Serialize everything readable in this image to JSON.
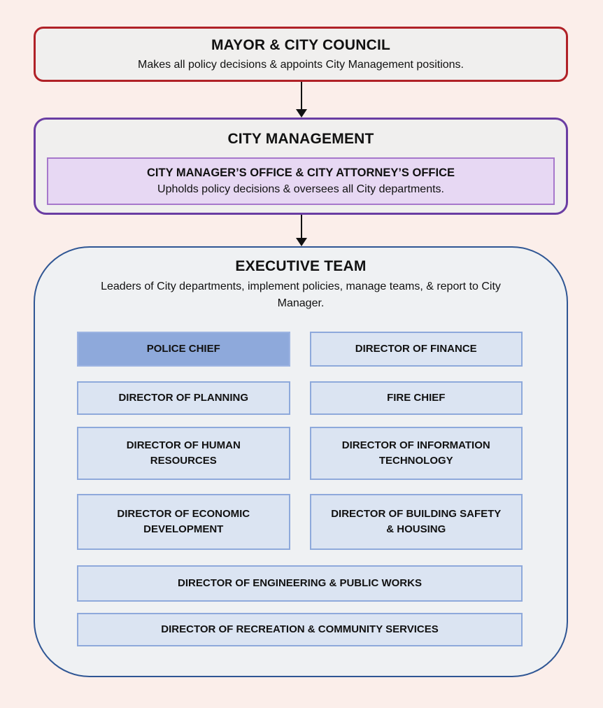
{
  "org_chart": {
    "mayor_council": {
      "title": "MAYOR & CITY COUNCIL",
      "subtitle": "Makes all policy decisions & appoints City Management positions."
    },
    "city_management": {
      "title": "CITY MANAGEMENT",
      "office": {
        "title": "CITY MANAGER’S OFFICE & CITY ATTORNEY’S OFFICE",
        "subtitle": "Upholds policy decisions & oversees all City departments."
      }
    },
    "executive_team": {
      "title": "EXECUTIVE TEAM",
      "subtitle": "Leaders of City departments, implement policies, manage teams, & report to City Manager.",
      "members": [
        {
          "label": "POLICE CHIEF",
          "highlighted": true
        },
        {
          "label": "DIRECTOR OF FINANCE",
          "highlighted": false
        },
        {
          "label": "DIRECTOR OF PLANNING",
          "highlighted": false
        },
        {
          "label": "FIRE CHIEF",
          "highlighted": false
        },
        {
          "label": "DIRECTOR OF HUMAN RESOURCES",
          "highlighted": false
        },
        {
          "label": "DIRECTOR OF INFORMATION TECHNOLOGY",
          "highlighted": false
        },
        {
          "label": "DIRECTOR OF ECONOMIC DEVELOPMENT",
          "highlighted": false
        },
        {
          "label": "DIRECTOR OF BUILDING SAFETY & HOUSING",
          "highlighted": false
        },
        {
          "label": "DIRECTOR OF ENGINEERING & PUBLIC WORKS",
          "highlighted": false,
          "full_width": true
        },
        {
          "label": "DIRECTOR OF RECREATION & COMMUNITY SERVICES",
          "highlighted": false,
          "full_width": true
        }
      ]
    },
    "colors": {
      "page_background": "#fbeeea",
      "box_fill": "#f0efee",
      "mayor_border": "#b02127",
      "city_management_border": "#6a3da3",
      "office_fill": "#e7d8f3",
      "office_border": "#a678cb",
      "executive_fill": "#eff1f3",
      "executive_border": "#2f5694",
      "department_fill": "#dbe4f2",
      "department_border": "#8ea9db",
      "highlight_fill": "#8ea9db",
      "arrow": "#111111",
      "text": "#111111"
    }
  }
}
